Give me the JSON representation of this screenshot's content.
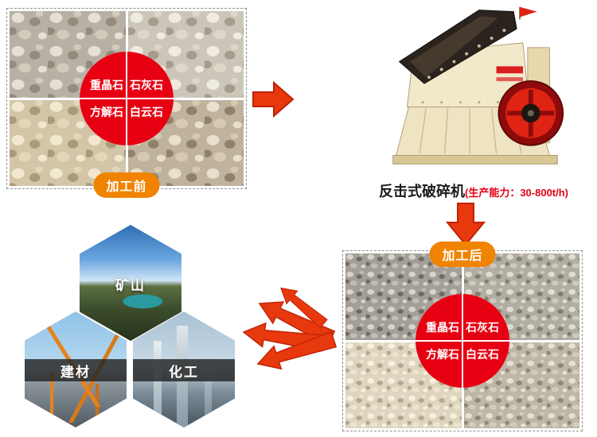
{
  "before": {
    "badge": "加工前",
    "materials": [
      "重晶石",
      "石灰石",
      "方解石",
      "白云石"
    ]
  },
  "machine": {
    "name": "反击式破碎机",
    "capacity": "(生产能力：30-800t/h)"
  },
  "after": {
    "badge": "加工后",
    "materials": [
      "重晶石",
      "石灰石",
      "方解石",
      "白云石"
    ]
  },
  "applications": {
    "mine": "矿山",
    "building": "建材",
    "chemical": "化工"
  },
  "icons": {
    "arrow_right": "block-arrow-right",
    "arrow_down": "block-arrow-down",
    "arrow_fan": "fan-of-arrows-left"
  },
  "colors": {
    "circle_red": "#e60012",
    "badge_orange": "#f08300",
    "arrow_red": "#e8380d",
    "machine_body_beige": "#f2e8ca",
    "capacity_text_red": "#e60012"
  }
}
